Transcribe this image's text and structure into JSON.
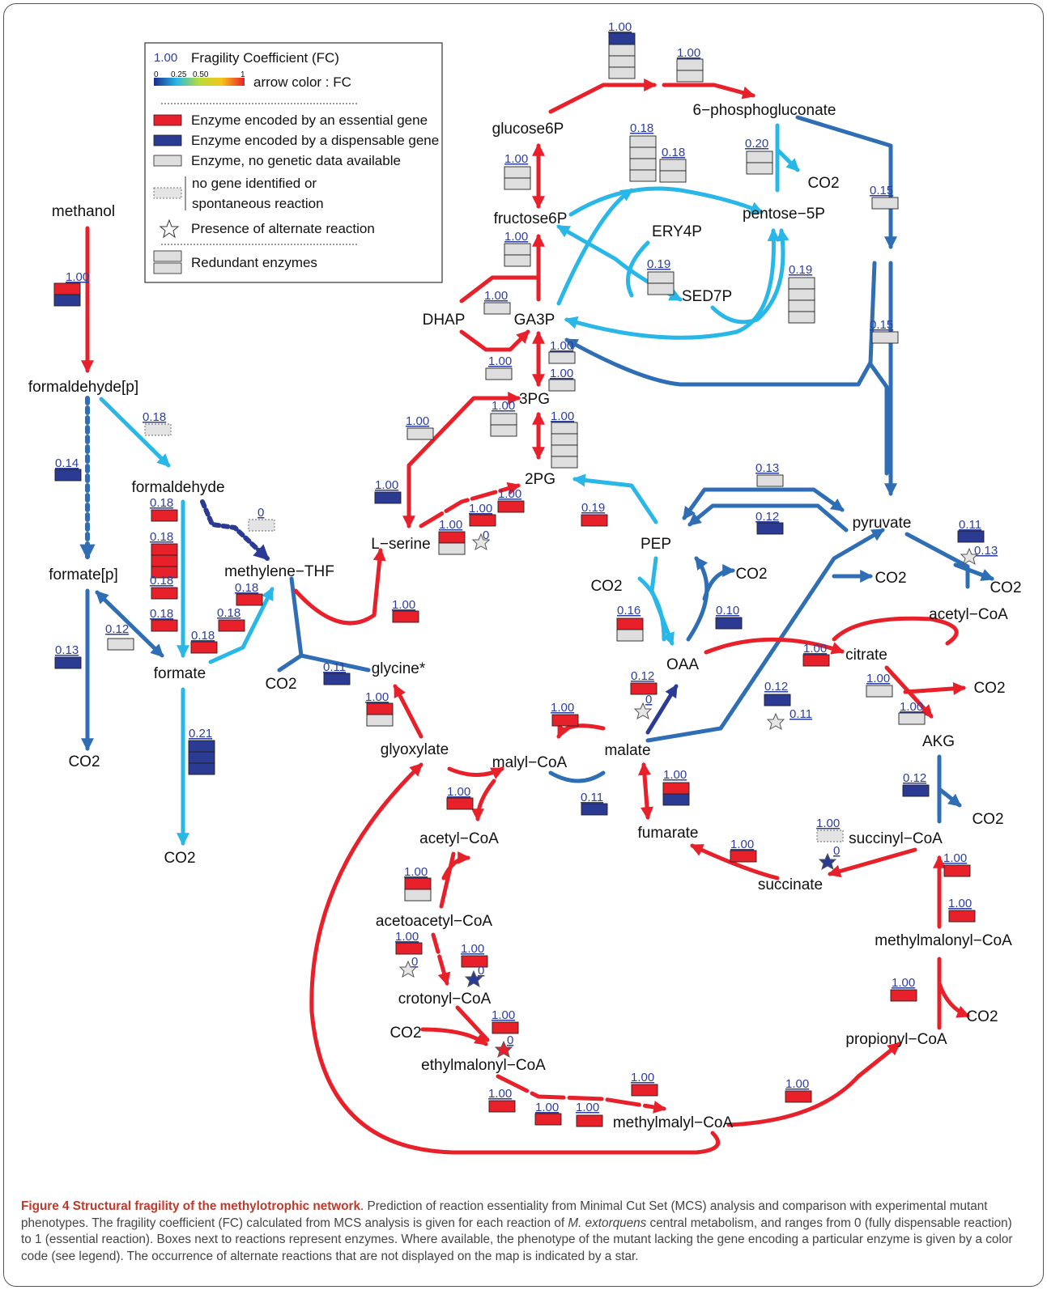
{
  "nodes": {
    "methanol": "methanol",
    "formaldehyde_p": "formaldehyde[p]",
    "formaldehyde": "formaldehyde",
    "formate_p": "formate[p]",
    "formate": "formate",
    "methylene_thf": "methylene−THF",
    "co2_a": "CO2",
    "co2_b": "CO2",
    "co2_c": "CO2",
    "glycine": "glycine*",
    "lserine": "L−serine",
    "glyoxylate": "glyoxylate",
    "glucose6p": "glucose6P",
    "pgluconate": "6−phosphogluconate",
    "fructose6p": "fructose6P",
    "ery4p": "ERY4P",
    "pentose5p": "pentose−5P",
    "co2_d": "CO2",
    "sed7p": "SED7P",
    "dhap": "DHAP",
    "ga3p": "GA3P",
    "p3pg": "3PG",
    "p2pg": "2PG",
    "pep": "PEP",
    "pyruvate": "pyruvate",
    "co2_e": "CO2",
    "co2_f": "CO2",
    "co2_g": "CO2",
    "co2_h": "CO2",
    "oaa": "OAA",
    "acetylcoa_r": "acetyl−CoA",
    "citrate": "citrate",
    "co2_i": "CO2",
    "akg": "AKG",
    "co2_j": "CO2",
    "malate": "malate",
    "malylcoa": "malyl−CoA",
    "fumarate": "fumarate",
    "succinylcoa": "succinyl−CoA",
    "succinate": "succinate",
    "acetylcoa_l": "acetyl−CoA",
    "acetoacetylcoa": "acetoacetyl−CoA",
    "crotonylcoa": "crotonyl−CoA",
    "co2_k": "CO2",
    "ethylmalonylcoa": "ethylmalonyl−CoA",
    "methylmalylcoa": "methylmalyl−CoA",
    "methylmalonylcoa": "methylmalonyl−CoA",
    "propionylcoa": "propionyl−CoA",
    "co2_l": "CO2"
  },
  "fc_labels": {
    "methanol_oxid": "1.00",
    "fald_p_to_formate_p": "0.14",
    "fald_p_to_fald": "0.18",
    "fald_to_thf": "0",
    "fald_to_formate_1": "0.18",
    "fald_to_formate_2": "0.18",
    "fald_to_formate_3": "0.18",
    "fald_to_formate_4": "0.18",
    "thf_1": "0.18",
    "thf_2": "0.18",
    "thf_3": "0.18",
    "formate_p_to_formate": "0.12",
    "formate_p_co2": "0.13",
    "formate_co2": "0.21",
    "glycine_co2": "0.11",
    "shmt": "1.00",
    "glyoxylate_glycine": "1.00",
    "serine_pep_1": "1.00",
    "serine_pep_2": "1.00",
    "serine_pep_3": "1.00",
    "serine_star": "0",
    "hpr_3pg": "1.00",
    "pgi_top": "1.00",
    "pgd": "1.00",
    "g6p_f6p": "1.00",
    "tkt_1": "0.18",
    "tkt_2": "0.18",
    "gnd_co2": "0.20",
    "edd_1": "0.15",
    "edd_2": "0.15",
    "f6p_ga3p": "1.00",
    "tal": "0.19",
    "rpe": "0.19",
    "tpi": "1.00",
    "dhap_ga3p": "1.00",
    "gapdh_1": "1.00",
    "gapdh_2": "1.00",
    "pgm_3pg": "1.00",
    "pgm_2pg": "1.00",
    "eno": "0.19",
    "ppdk": "0.13",
    "pyk": "0.12",
    "pyr_acetyl": "0.11",
    "pyr_acetyl_star": "0.13",
    "ppc": "0.16",
    "pck": "0.10",
    "mdh": "0.12",
    "mdh_star": "0",
    "cs": "1.00",
    "acn": "1.00",
    "icd": "1.00",
    "me": "0.12",
    "me_star": "0.11",
    "akg_succ": "0.12",
    "mtk": "1.00",
    "mcl": "1.00",
    "mcl_2": "0.11",
    "fum": "1.00",
    "sdh": "1.00",
    "succ_star_val": "1.00",
    "succ_star": "0",
    "phaA": "1.00",
    "phaB": "1.00",
    "phaB_star": "0",
    "croR": "1.00",
    "croR_star": "0",
    "ccr": "1.00",
    "ccr_star": "0",
    "ecm_1": "1.00",
    "ecm_2": "1.00",
    "ecm_3": "1.00",
    "mcd": "1.00",
    "pcc": "1.00",
    "mcm_1": "1.00",
    "mcm_2": "1.00",
    "prop": "1.00",
    "mmal": "1.00"
  },
  "legend": {
    "fc_value": "1.00",
    "fc_title": "Fragility Coefficient (FC)",
    "scale_0": "0",
    "scale_025": "0.25",
    "scale_050": "0.50",
    "scale_1": "1",
    "arrow_color": "arrow color : FC",
    "essential": "Enzyme encoded by an essential gene",
    "dispensable": "Enzyme encoded by a dispensable gene",
    "nodata": "Enzyme, no genetic data available",
    "nogene_1": "no gene identified or",
    "nogene_2": "spontaneous reaction",
    "alternate": "Presence of alternate reaction",
    "redundant": "Redundant enzymes"
  },
  "colors": {
    "essential": "#e8202a",
    "dispensable": "#2b3a93",
    "nodata": "#dedede",
    "fc_high": "#e8202a",
    "fc_mid": "#2f6eb4",
    "fc_low": "#29b7e8",
    "fc_text": "#2e3e9c"
  },
  "caption": {
    "title": "Figure 4 Structural fragility of the methylotrophic network",
    "text_1": ". Prediction of reaction essentiality from Minimal Cut Set (MCS) analysis and comparison with experimental mutant phenotypes. The fragility coefficient (FC) calculated from MCS analysis is given for each reaction of ",
    "species": "M. extorquens",
    "text_2": " central metabolism, and ranges from 0 (fully dispensable reaction) to 1 (essential reaction). Boxes next to reactions represent enzymes. Where available, the phenotype of the mutant lacking the gene encoding a particular enzyme is given by a color code (see legend). The occurrence of alternate reactions that are not displayed on the map is indicated by a star."
  }
}
